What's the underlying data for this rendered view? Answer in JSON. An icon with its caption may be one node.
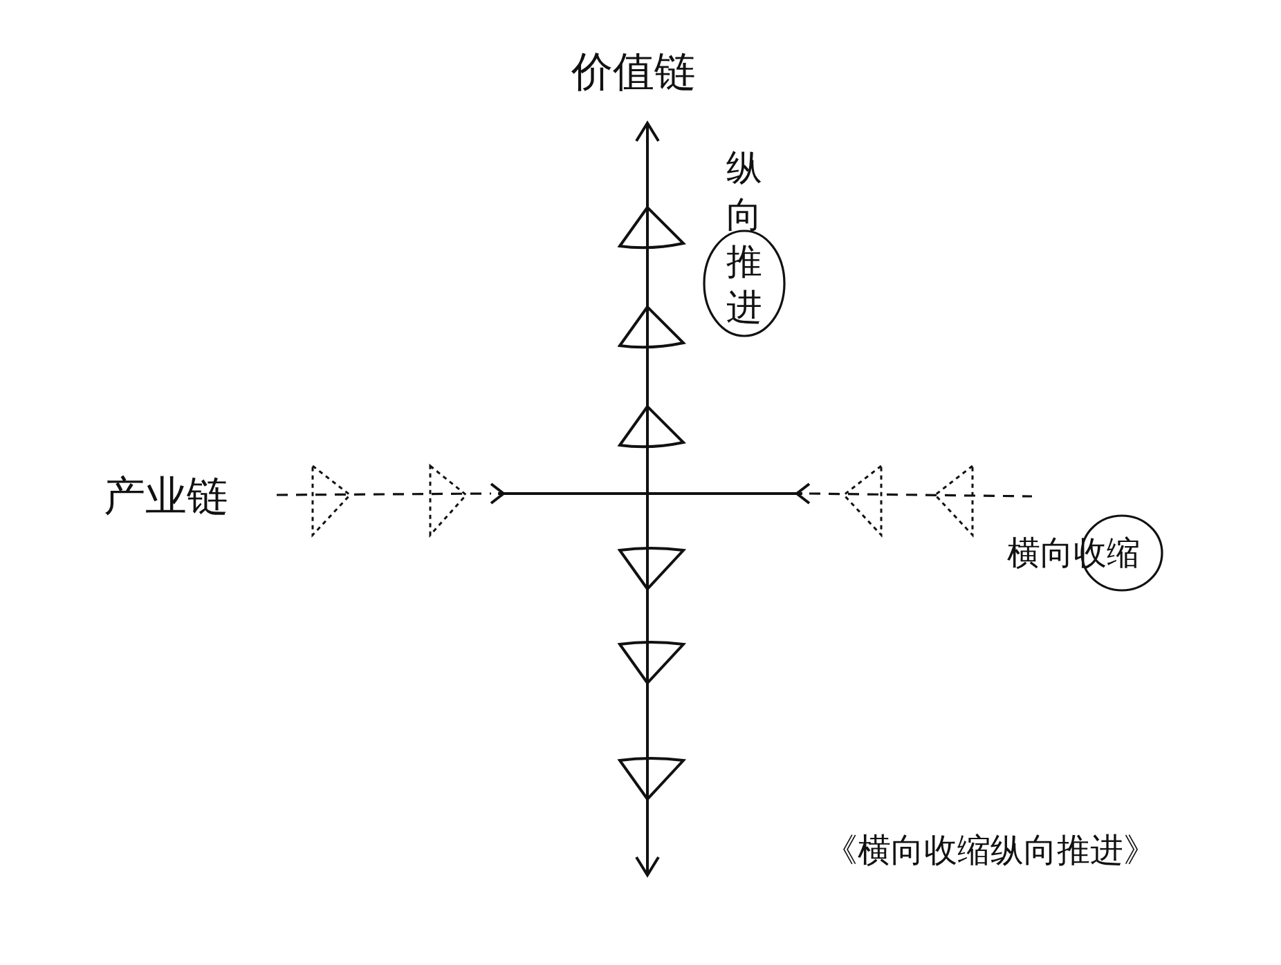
{
  "diagram": {
    "caption": "《横向收缩纵向推进》",
    "labels": [
      "价值链",
      "纵向推进",
      "产业链",
      "横向收缩"
    ]
  }
}
